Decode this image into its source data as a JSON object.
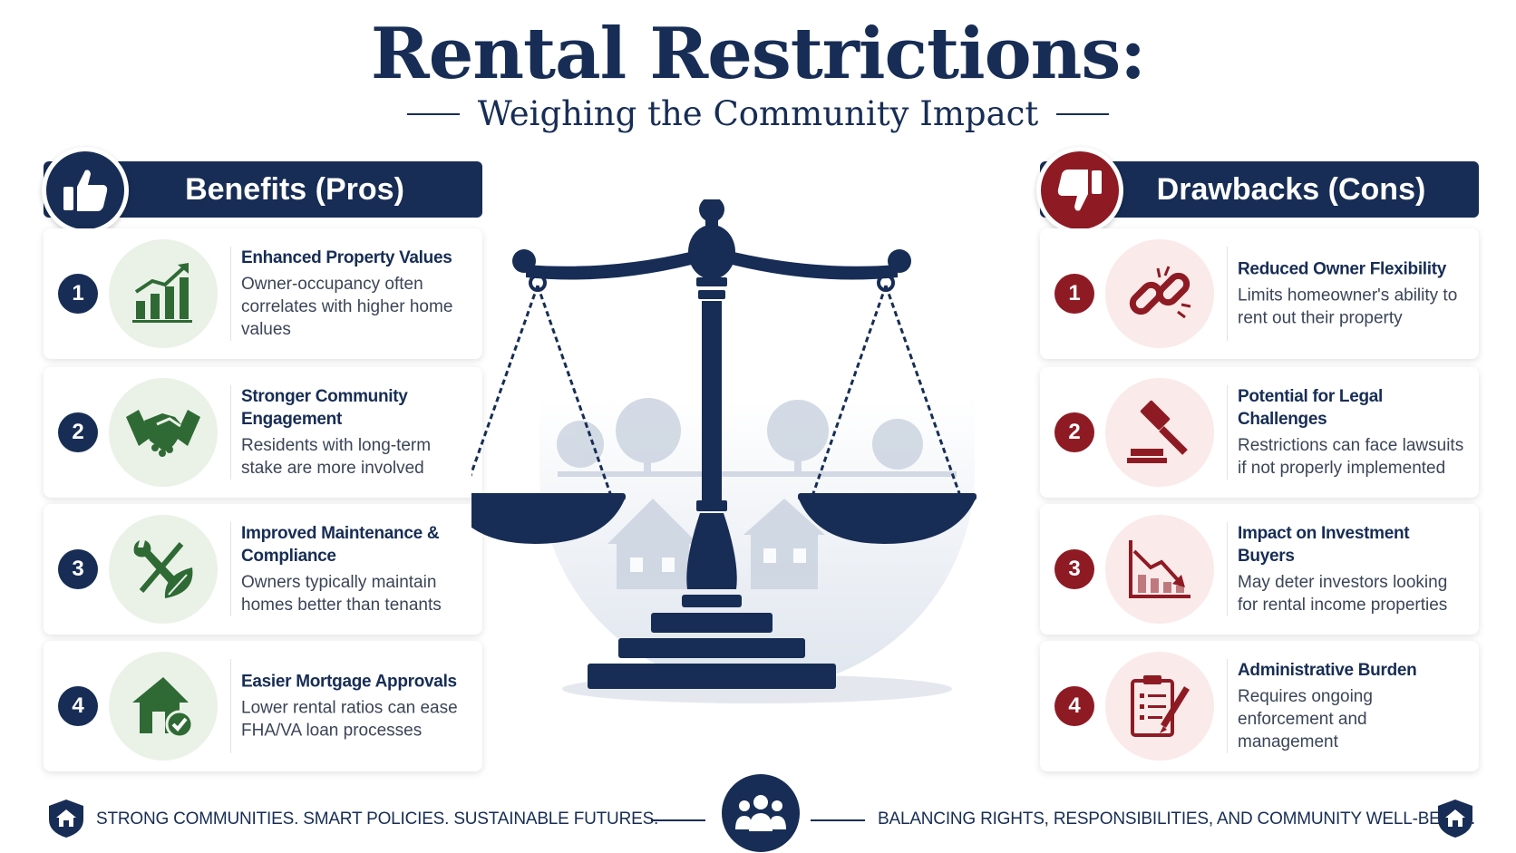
{
  "title": "Rental Restrictions:",
  "subtitle": "Weighing the Community Impact",
  "pros": {
    "header": "Benefits (Pros)",
    "items": [
      {
        "num": "1",
        "title": "Enhanced Property Values",
        "desc": "Owner-occupancy often correlates with higher home values",
        "icon": "growth-chart-icon"
      },
      {
        "num": "2",
        "title": "Stronger Community Engagement",
        "desc": "Residents with long-term stake are more involved",
        "icon": "handshake-icon"
      },
      {
        "num": "3",
        "title": "Improved Maintenance & Compliance",
        "desc": "Owners typically maintain homes better than tenants",
        "icon": "tools-leaf-icon"
      },
      {
        "num": "4",
        "title": "Easier Mortgage Approvals",
        "desc": "Lower rental ratios can ease FHA/VA loan processes",
        "icon": "house-check-icon"
      }
    ]
  },
  "cons": {
    "header": "Drawbacks (Cons)",
    "items": [
      {
        "num": "1",
        "title": "Reduced Owner Flexibility",
        "desc": "Limits homeowner's ability to rent out their property",
        "icon": "broken-chain-icon"
      },
      {
        "num": "2",
        "title": "Potential for Legal Challenges",
        "desc": "Restrictions can face lawsuits if not properly implemented",
        "icon": "gavel-icon"
      },
      {
        "num": "3",
        "title": "Impact on Investment Buyers",
        "desc": "May deter investors looking for rental income properties",
        "icon": "declining-chart-icon"
      },
      {
        "num": "4",
        "title": "Administrative Burden",
        "desc": "Requires ongoing enforcement and management",
        "icon": "clipboard-pen-icon"
      }
    ]
  },
  "footer": {
    "left": "STRONG COMMUNITIES. SMART POLICIES. SUSTAINABLE FUTURES.",
    "right": "BALANCING RIGHTS, RESPONSIBILITIES, AND COMMUNITY WELL-BEING."
  },
  "colors": {
    "navy": "#172d55",
    "red": "#8e1b24",
    "green": "#2f6a35"
  }
}
